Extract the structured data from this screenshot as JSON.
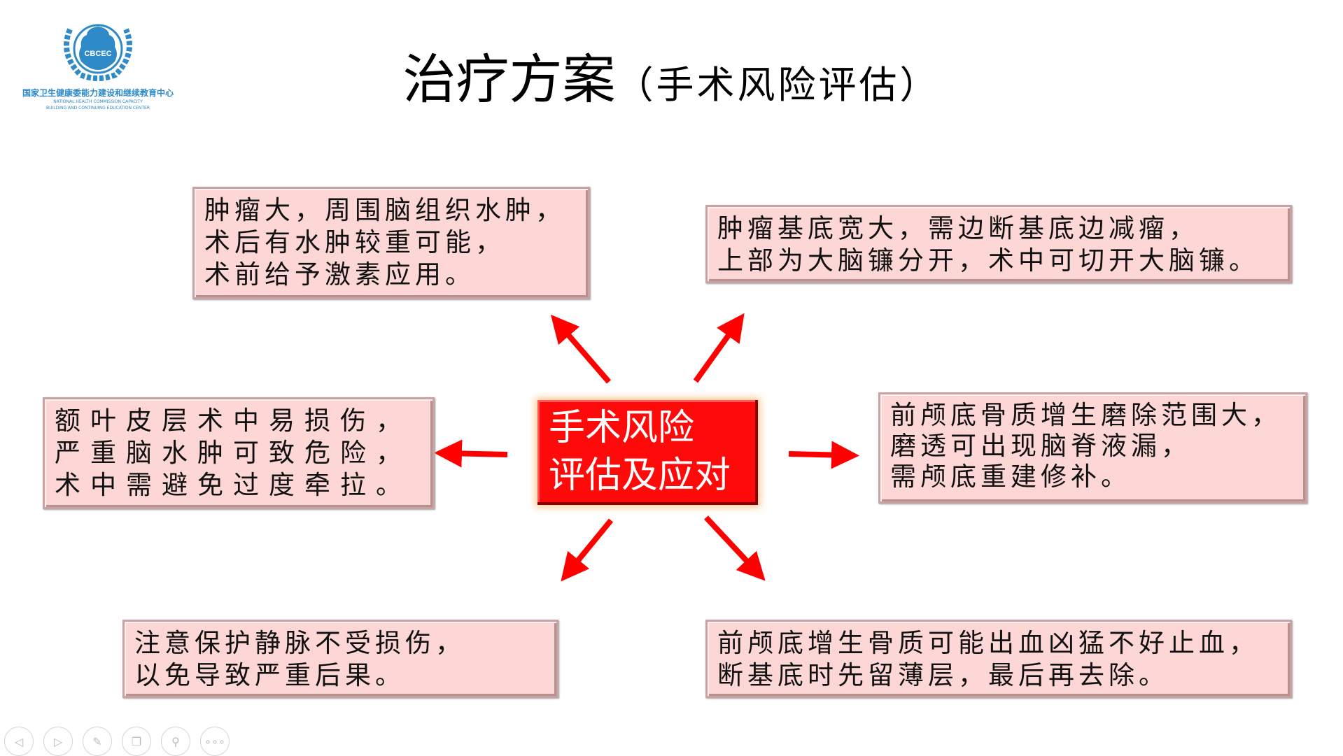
{
  "logo": {
    "emblem_text": "CBCEC",
    "name_cn": "国家卫生健康委能力建设和继续教育中心",
    "name_en_line1": "NATIONAL HEALTH COMMISSION CAPACITY",
    "name_en_line2": "BUILDING AND CONTINUING EDUCATION CENTER"
  },
  "title": {
    "main": "治疗方案",
    "sub": "（手术风险评估）"
  },
  "center": {
    "text": "手术风险\n评估及应对"
  },
  "boxes": [
    {
      "text": "肿瘤大，周围脑组织水肿，\n术后有水肿较重可能，\n术前给予激素应用。"
    },
    {
      "text": "肿瘤基底宽大，需边断基底边减瘤，\n上部为大脑镰分开，术中可切开大脑镰。"
    },
    {
      "text": "额叶皮层术中易损伤，\n严重脑水肿可致危险，\n术中需避免过度牵拉。"
    },
    {
      "text": "前颅底骨质增生磨除范围大，\n磨透可出现脑脊液漏，\n需颅底重建修补。"
    },
    {
      "text": "注意保护静脉不受损伤，\n以免导致严重后果。"
    },
    {
      "text": "前颅底增生骨质可能出血凶猛不好止血，\n断基底时先留薄层，最后再去除。"
    }
  ],
  "colors": {
    "arrow": "#ff0000",
    "center_bg": "#ff0a0a",
    "box_bg": "#fdd6d6",
    "logo": "#2e8bc8"
  },
  "toolbar": {
    "icons": [
      "previous-icon",
      "next-icon",
      "pen-icon",
      "slides-icon",
      "zoom-icon",
      "more-icon"
    ]
  }
}
